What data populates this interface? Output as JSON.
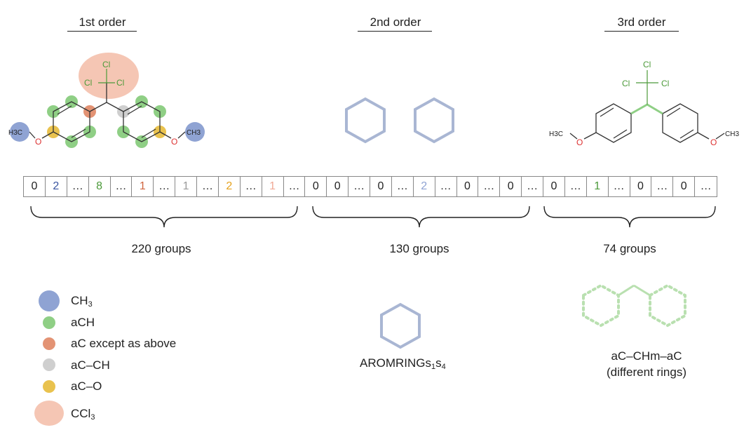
{
  "headers": {
    "first": "1st order",
    "second": "2nd order",
    "third": "3rd order"
  },
  "molecule": {
    "cl_top": "Cl",
    "cl_left": "Cl",
    "cl_right": "Cl",
    "h3c": "H3C",
    "o": "O",
    "ch3": "CH3"
  },
  "vector": {
    "cells": [
      {
        "t": "0",
        "c": "#222222"
      },
      {
        "t": "2",
        "c": "#3a55a0"
      },
      {
        "t": "…",
        "c": "#222222"
      },
      {
        "t": "8",
        "c": "#4c9a3a"
      },
      {
        "t": "…",
        "c": "#222222"
      },
      {
        "t": "1",
        "c": "#d0653f"
      },
      {
        "t": "…",
        "c": "#222222"
      },
      {
        "t": "1",
        "c": "#9a9a9a"
      },
      {
        "t": "…",
        "c": "#222222"
      },
      {
        "t": "2",
        "c": "#e5a21e"
      },
      {
        "t": "…",
        "c": "#222222"
      },
      {
        "t": "1",
        "c": "#f0a894"
      },
      {
        "t": "…",
        "c": "#222222"
      },
      {
        "t": "0",
        "c": "#222222"
      },
      {
        "t": "0",
        "c": "#222222"
      },
      {
        "t": "…",
        "c": "#222222"
      },
      {
        "t": "0",
        "c": "#222222"
      },
      {
        "t": "…",
        "c": "#222222"
      },
      {
        "t": "2",
        "c": "#8fa3d3"
      },
      {
        "t": "…",
        "c": "#222222"
      },
      {
        "t": "0",
        "c": "#222222"
      },
      {
        "t": "…",
        "c": "#222222"
      },
      {
        "t": "0",
        "c": "#222222"
      },
      {
        "t": "…",
        "c": "#222222"
      },
      {
        "t": "0",
        "c": "#222222"
      },
      {
        "t": "…",
        "c": "#222222"
      },
      {
        "t": "1",
        "c": "#4c9a3a"
      },
      {
        "t": "…",
        "c": "#222222"
      },
      {
        "t": "0",
        "c": "#222222"
      },
      {
        "t": "…",
        "c": "#222222"
      },
      {
        "t": "0",
        "c": "#222222"
      },
      {
        "t": "…",
        "c": "#222222"
      }
    ]
  },
  "counts": {
    "first": "220 groups",
    "second": "130 groups",
    "third": "74 groups"
  },
  "legend": {
    "ch3": "CH",
    "ch3_sub": "3",
    "ach": "aCH",
    "ac_except": "aC except as above",
    "ac_ch": "aC–CH",
    "ac_o": "aC–O",
    "ccl3": "CCl",
    "ccl3_sub": "3"
  },
  "second_order_label": {
    "main": "AROMRINGs",
    "sub1": "1",
    "mid": "s",
    "sub2": "4"
  },
  "third_order_label": {
    "line1": "aC–CHm–aC",
    "line2": "(different rings)"
  },
  "colors": {
    "ch3": "#8fa3d3",
    "ach": "#8fcf85",
    "ac_except": "#e39374",
    "ac_ch": "#cfcfcf",
    "ac_o": "#e9c24e",
    "ccl3": "#f5c6b4",
    "cl_green": "#4c9a3a",
    "hexagon_blue": "#a9b6d3"
  }
}
